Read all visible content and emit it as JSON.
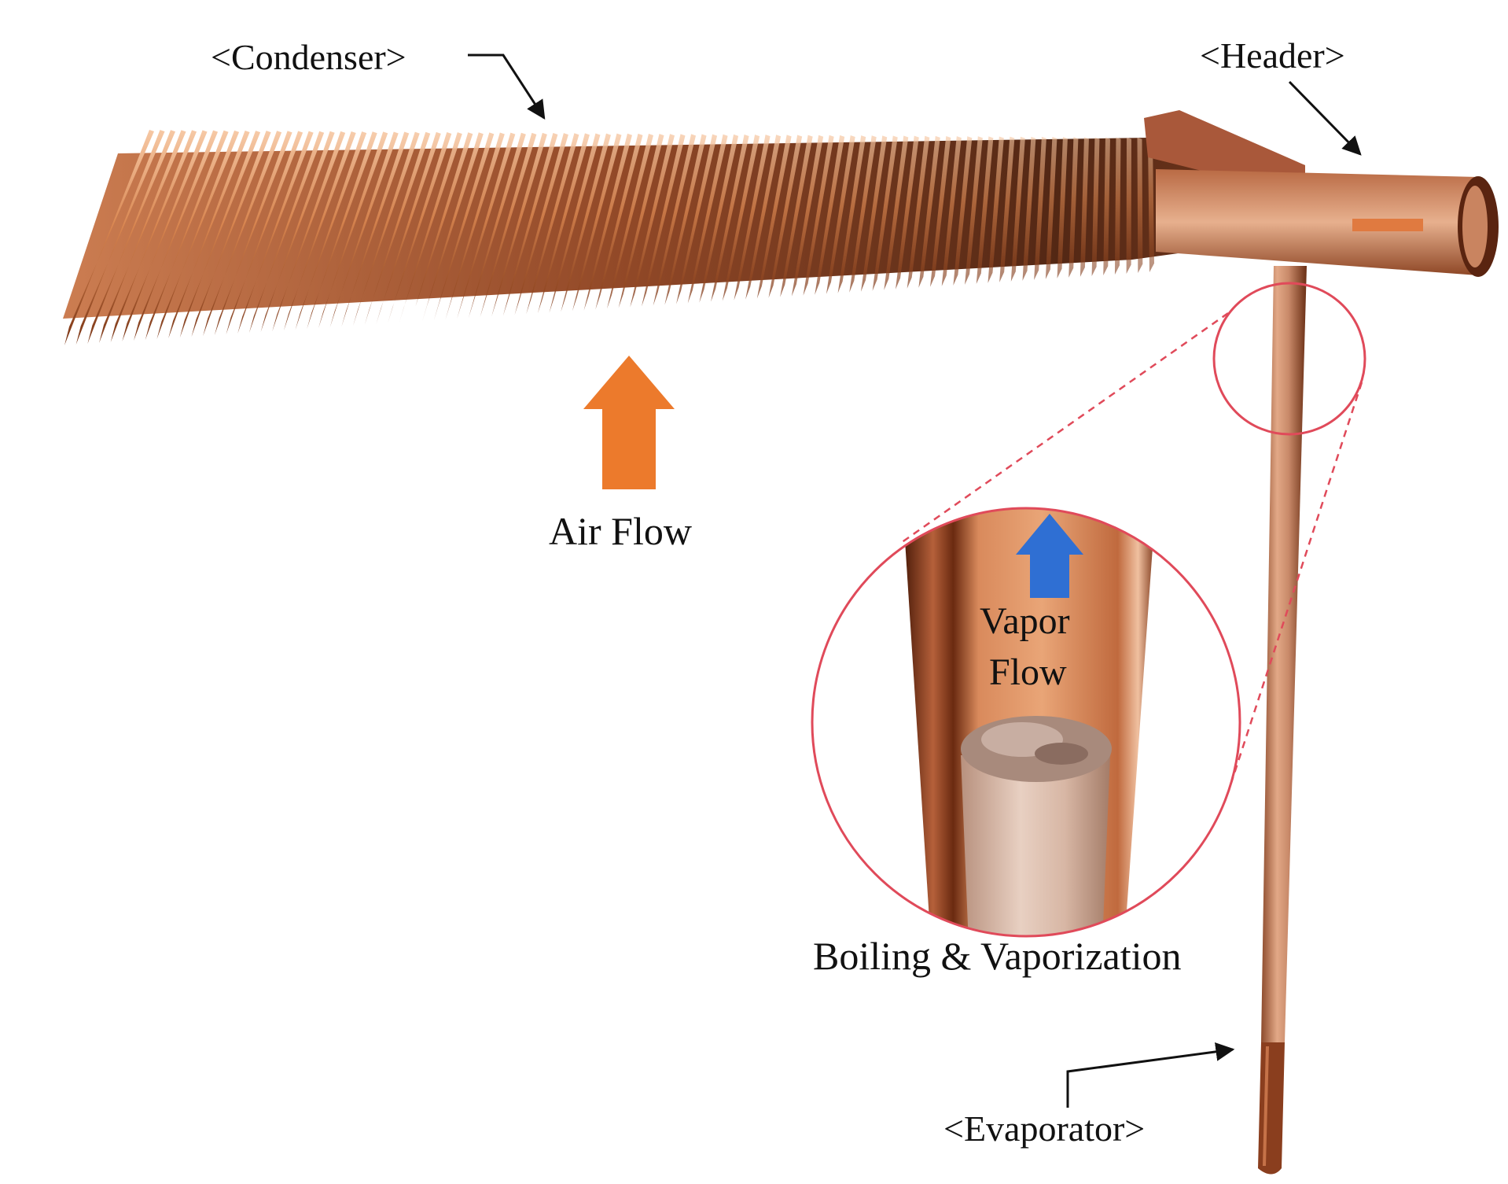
{
  "labels": {
    "condenser": "<Condenser>",
    "header": "<Header>",
    "air_flow": "Air Flow",
    "vapor_flow_line1": "Vapor",
    "vapor_flow_line2": "Flow",
    "boiling": "Boiling & Vaporization",
    "evaporator": "<Evaporator>"
  },
  "colors": {
    "copper_light": "#f0b48a",
    "copper_mid": "#c7693a",
    "copper_dark": "#5a2610",
    "air_arrow": "#ec7a2c",
    "vapor_arrow": "#2f6fd3",
    "zoom_circle": "#e04a5a",
    "liquid": "#d8b8a6"
  },
  "icons": {
    "air_arrow": "up-arrow-icon",
    "vapor_arrow": "up-arrow-icon"
  }
}
